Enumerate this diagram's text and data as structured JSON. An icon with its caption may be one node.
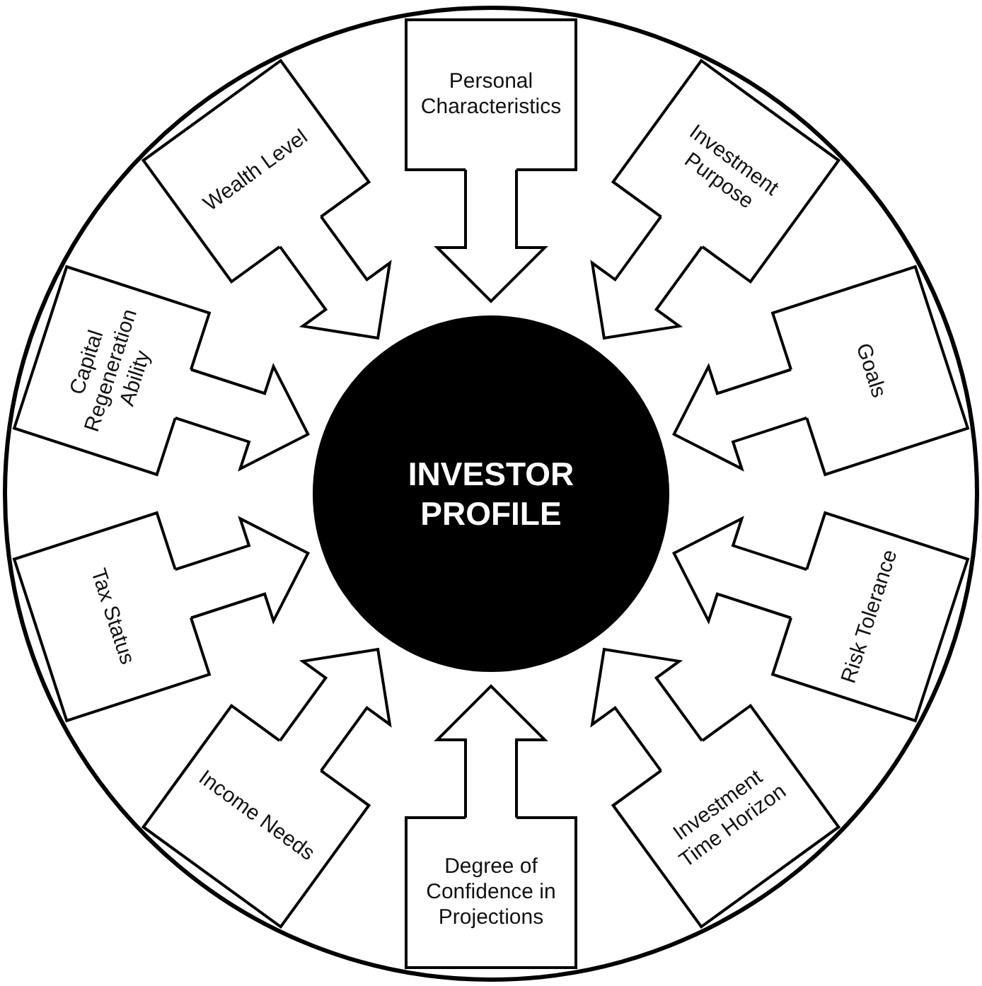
{
  "diagram": {
    "nodes": [
      {
        "text": [
          "INVESTOR PROFILE"
        ]
      },
      {
        "text": [
          "Personal Characteristics"
        ]
      },
      {
        "text": [
          "Investment Purpose"
        ]
      },
      {
        "text": [
          "Goals"
        ]
      },
      {
        "text": [
          "Risk Tolerance"
        ]
      },
      {
        "text": [
          "Investment Time Horizon"
        ]
      },
      {
        "text": [
          "Degree of Confidence in Projections"
        ]
      },
      {
        "text": [
          "Income Needs"
        ]
      },
      {
        "text": [
          "Tax Status"
        ]
      },
      {
        "text": [
          "Capital Regeneration Ability"
        ]
      },
      {
        "text": [
          "Wealth Level"
        ]
      }
    ],
    "edges": [
      {
        "from": 1,
        "to": 0,
        "arrow": "to"
      },
      {
        "from": 2,
        "to": 0,
        "arrow": "to"
      },
      {
        "from": 3,
        "to": 0,
        "arrow": "to"
      },
      {
        "from": 4,
        "to": 0,
        "arrow": "to"
      },
      {
        "from": 5,
        "to": 0,
        "arrow": "to"
      },
      {
        "from": 6,
        "to": 0,
        "arrow": "to"
      },
      {
        "from": 7,
        "to": 0,
        "arrow": "to"
      },
      {
        "from": 8,
        "to": 0,
        "arrow": "to"
      },
      {
        "from": 9,
        "to": 0,
        "arrow": "to"
      },
      {
        "from": 10,
        "to": 0,
        "arrow": "to"
      }
    ]
  }
}
